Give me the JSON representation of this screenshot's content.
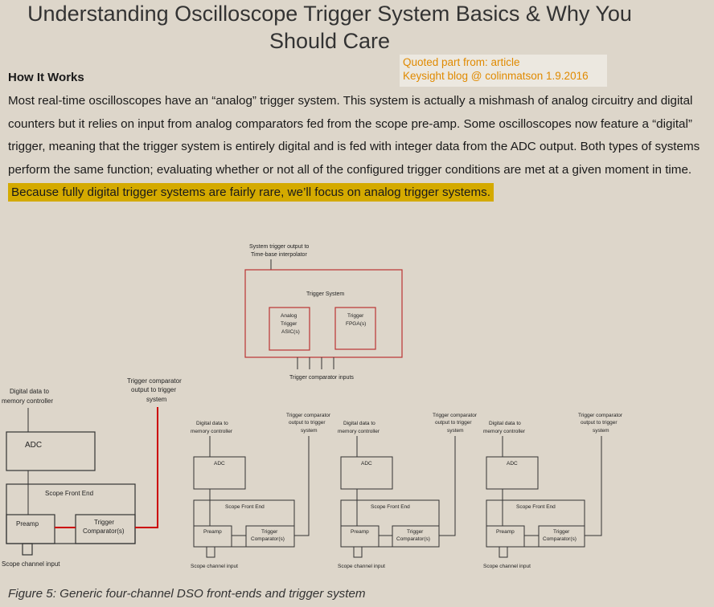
{
  "title_line1": "Understanding Oscilloscope Trigger System Basics & Why You",
  "title_line2": "Should Care",
  "quote_line1": "Quoted part from: article",
  "quote_line2": "Keysight blog @ colinmatson 1.9.2016",
  "heading": "How It Works",
  "paragraph": "Most real-time oscilloscopes have an “analog” trigger system. This system is actually a mishmash of analog circuitry and digital counters but it relies on input from analog comparators fed from the scope pre-amp. Some oscilloscopes now feature a “digital” trigger, meaning that the trigger system is entirely digital and is fed with integer data from the ADC output. Both types of systems perform the same function; evaluating whether or not all of the configured trigger conditions are met at a given moment in time.",
  "highlight": "Because fully digital trigger systems are fairly rare, we’ll focus on analog trigger systems.",
  "diagram": {
    "sys_out_1": "System trigger output to",
    "sys_out_2": "Time-base interpolator",
    "trigger_system": "Trigger System",
    "analog_1": "Analog",
    "analog_2": "Trigger",
    "analog_3": "ASIC(s)",
    "fpga_1": "Trigger",
    "fpga_2": "FPGA(s)",
    "comp_inputs": "Trigger comparator inputs",
    "digital_1": "Digital data to",
    "digital_2": "memory controller",
    "tco_1": "Trigger comparator",
    "tco_2": "output to trigger",
    "tco_3": "system",
    "adc": "ADC",
    "front_end": "Scope Front End",
    "preamp": "Preamp",
    "tc_1": "Trigger",
    "tc_2": "Comparator(s)",
    "channel_input": "Scope channel input"
  },
  "caption": "Figure 5: Generic four-channel DSO front-ends and trigger system"
}
